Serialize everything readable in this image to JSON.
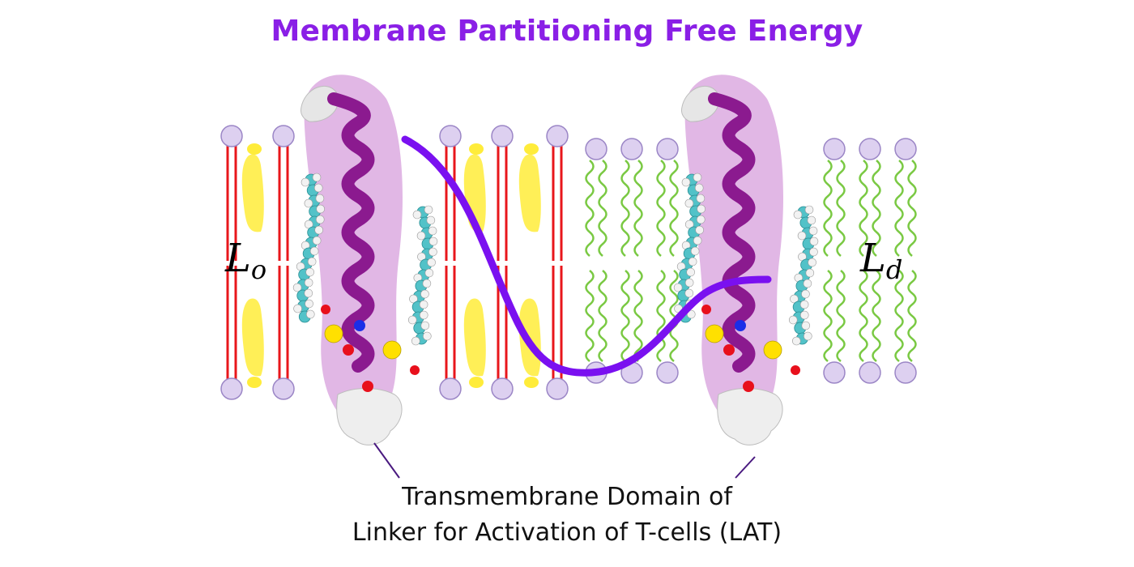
{
  "title": "Membrane Partitioning Free Energy",
  "phases": {
    "ordered": {
      "symbol": "L",
      "subscript": "o"
    },
    "disordered": {
      "symbol": "L",
      "subscript": "d"
    }
  },
  "caption": {
    "line1": "Transmembrane Domain of",
    "line2": "Linker for Activation of T-cells (LAT)"
  },
  "colors": {
    "title": "#8a1fe6",
    "free_energy_curve": "#7a10f0",
    "ordered_tails": "#e8161b",
    "disordered_tails": "#7ac943",
    "cholesterol": "#ffec3a",
    "headgroup_fill": "#ddd0f0",
    "headgroup_stroke": "#9b86c6",
    "helix": "#8b1a8f",
    "protein_surface": "#c97bd0",
    "palmitoyl_carbon": "#52c2c8",
    "hydrogen": "#f2f2f2",
    "oxygen": "#e8101c",
    "nitrogen": "#1a2ee8",
    "sulfur": "#ffe000",
    "leader_line": "#4a1a80"
  },
  "icons": {
    "ordered_lipid": "straight-tail-lipid-icon",
    "disordered_lipid": "wavy-tail-lipid-icon",
    "cholesterol": "cholesterol-icon",
    "peptide": "helix-peptide-icon"
  }
}
